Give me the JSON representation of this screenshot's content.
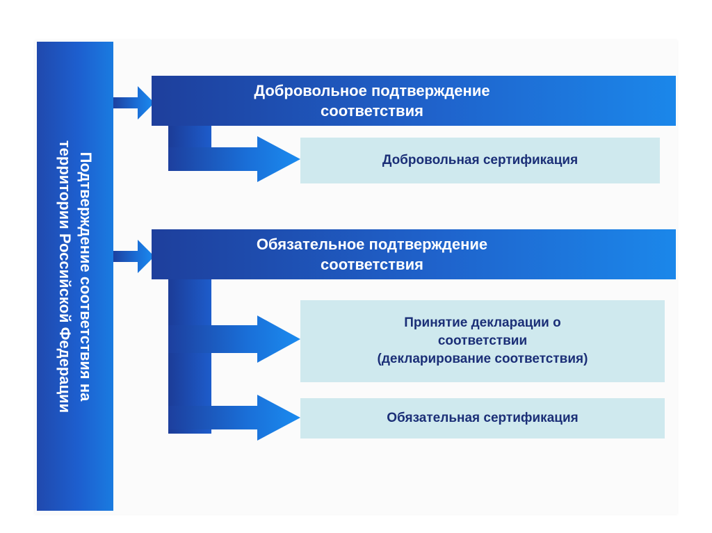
{
  "diagram": {
    "root": {
      "label": "Подтверждение соответствия на\nтерритории Российской Федерации"
    },
    "branches": [
      {
        "label": "Добровольное подтверждение\nсоответствия",
        "children": [
          {
            "label": "Добровольная сертификация"
          }
        ]
      },
      {
        "label": "Обязательное подтверждение\nсоответствия",
        "children": [
          {
            "label": "Принятие декларации о\nсоответствии\n(декларирование соответствия)"
          },
          {
            "label": "Обязательная сертификация"
          }
        ]
      }
    ]
  },
  "colors": {
    "panel_dark": "#1e3f9c",
    "panel_light": "#1b87ea",
    "leaf_fill": "#cfe9ee",
    "leaf_text": "#1b2f77"
  }
}
